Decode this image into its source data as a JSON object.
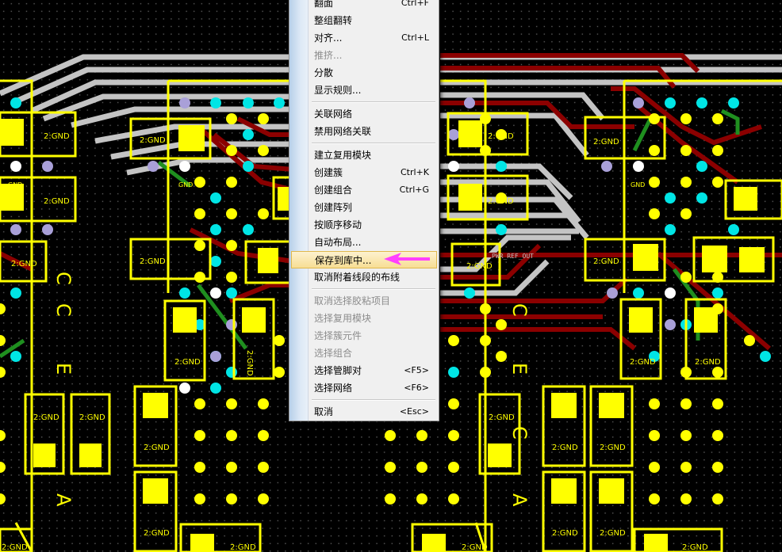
{
  "board": {
    "pad_label": "2:GND",
    "net_label_gnd": "GND",
    "net_label_trace": "PWR_REF_OUT",
    "silk_glyphs": [
      "A",
      "C",
      "C",
      "E",
      "E",
      "C"
    ],
    "colors": {
      "background": "#000000",
      "grid_dot": "#5a5a5a",
      "pad_yellow": "#ffff00",
      "trace_gray": "#c4c4c4",
      "trace_red": "#8b0000",
      "trace_green": "#1f8f1f",
      "via_cyan": "#00e5e5",
      "via_lavender": "#a9a0d8",
      "via_white": "#ffffff"
    }
  },
  "context_menu": {
    "items": [
      {
        "label": "翻面",
        "shortcut": "Ctrl+F",
        "enabled": true,
        "highlighted": false
      },
      {
        "label": "整组翻转",
        "shortcut": "",
        "enabled": true,
        "highlighted": false
      },
      {
        "label": "对齐...",
        "shortcut": "Ctrl+L",
        "enabled": true,
        "highlighted": false
      },
      {
        "label": "推挤...",
        "shortcut": "",
        "enabled": false,
        "highlighted": false
      },
      {
        "label": "分散",
        "shortcut": "",
        "enabled": true,
        "highlighted": false
      },
      {
        "label": "显示规则...",
        "shortcut": "",
        "enabled": true,
        "highlighted": false
      },
      {
        "label": "关联网络",
        "shortcut": "",
        "enabled": true,
        "highlighted": false
      },
      {
        "label": "禁用网络关联",
        "shortcut": "",
        "enabled": true,
        "highlighted": false
      },
      {
        "label": "建立复用模块",
        "shortcut": "",
        "enabled": true,
        "highlighted": false
      },
      {
        "label": "创建簇",
        "shortcut": "Ctrl+K",
        "enabled": true,
        "highlighted": false
      },
      {
        "label": "创建组合",
        "shortcut": "Ctrl+G",
        "enabled": true,
        "highlighted": false
      },
      {
        "label": "创建阵列",
        "shortcut": "",
        "enabled": true,
        "highlighted": false
      },
      {
        "label": "按顺序移动",
        "shortcut": "",
        "enabled": true,
        "highlighted": false
      },
      {
        "label": "自动布局...",
        "shortcut": "",
        "enabled": true,
        "highlighted": false
      },
      {
        "label": "保存到库中...",
        "shortcut": "",
        "enabled": true,
        "highlighted": true
      },
      {
        "label": "取消附着线段的布线",
        "shortcut": "",
        "enabled": true,
        "highlighted": false
      },
      {
        "label": "取消选择胶粘项目",
        "shortcut": "",
        "enabled": false,
        "highlighted": false
      },
      {
        "label": "选择复用模块",
        "shortcut": "",
        "enabled": false,
        "highlighted": false
      },
      {
        "label": "选择簇元件",
        "shortcut": "",
        "enabled": false,
        "highlighted": false
      },
      {
        "label": "选择组合",
        "shortcut": "",
        "enabled": false,
        "highlighted": false
      },
      {
        "label": "选择管脚对",
        "shortcut": "<F5>",
        "enabled": true,
        "highlighted": false
      },
      {
        "label": "选择网络",
        "shortcut": "<F6>",
        "enabled": true,
        "highlighted": false
      },
      {
        "label": "取消",
        "shortcut": "<Esc>",
        "enabled": true,
        "highlighted": false
      }
    ]
  },
  "annotation": {
    "arrow_color": "#ff40ff"
  }
}
